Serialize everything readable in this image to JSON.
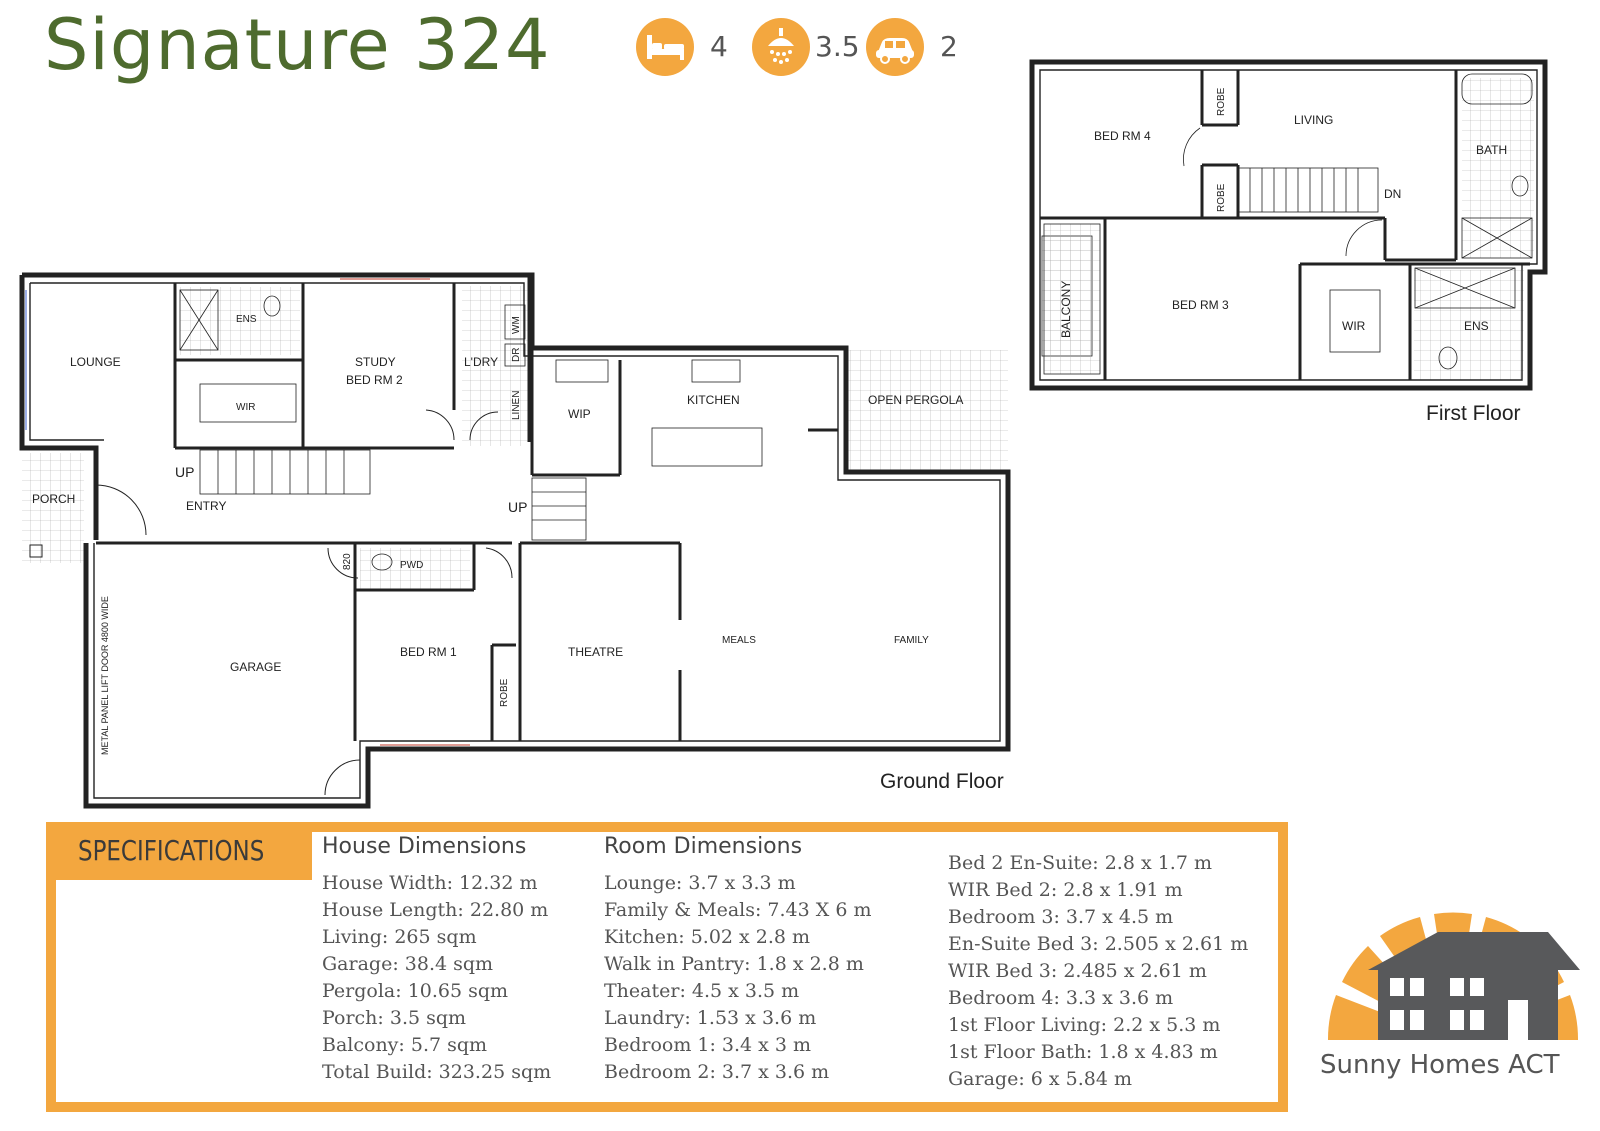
{
  "title": "Signature 324",
  "stats": [
    {
      "icon": "bed-icon",
      "value": "4"
    },
    {
      "icon": "shower-icon",
      "value": "3.5"
    },
    {
      "icon": "car-icon",
      "value": "2"
    }
  ],
  "ground_floor": {
    "label": "Ground Floor",
    "rooms": {
      "lounge": "LOUNGE",
      "ens": "ENS",
      "wir": "WIR",
      "study": "STUDY",
      "bed2": "BED RM 2",
      "ldry": "L'DRY",
      "wm": "WM",
      "dr": "DR",
      "linen": "LINEN",
      "wip": "WIP",
      "kitchen": "KITCHEN",
      "open_pergola": "OPEN PERGOLA",
      "porch": "PORCH",
      "entry": "ENTRY",
      "up1": "UP",
      "up2": "UP",
      "pwd": "PWD",
      "door820": "820",
      "garage": "GARAGE",
      "garage_door": "METAL PANEL LIFT DOOR 4800 WIDE",
      "bed1": "BED RM 1",
      "robe": "ROBE",
      "theatre": "THEATRE",
      "meals": "MEALS",
      "family": "FAMILY"
    }
  },
  "first_floor": {
    "label": "First Floor",
    "rooms": {
      "bed4": "BED RM 4",
      "robe1": "ROBE",
      "robe2": "ROBE",
      "living": "LIVING",
      "bath": "BATH",
      "dn": "DN",
      "balcony": "BALCONY",
      "bed3": "BED RM 3",
      "wir": "WIR",
      "ens": "ENS"
    }
  },
  "specifications": {
    "tab_label": "SPECIFICATIONS",
    "house": {
      "heading": "House Dimensions",
      "lines": [
        "House Width: 12.32 m",
        "House Length: 22.80 m",
        "Living: 265 sqm",
        "Garage: 38.4 sqm",
        "Pergola: 10.65 sqm",
        "Porch: 3.5 sqm",
        "Balcony: 5.7 sqm",
        "Total Build: 323.25 sqm"
      ]
    },
    "rooms": {
      "heading": "Room Dimensions",
      "lines": [
        "Lounge: 3.7 x 3.3 m",
        "Family & Meals: 7.43 X 6 m",
        "Kitchen: 5.02 x 2.8 m",
        "Walk in Pantry: 1.8 x 2.8 m",
        "Theater: 4.5 x 3.5 m",
        "Laundry: 1.53 x 3.6 m",
        "Bedroom 1: 3.4 x 3 m",
        "Bedroom 2: 3.7 x 3.6 m"
      ]
    },
    "rooms2": {
      "lines": [
        "Bed 2 En-Suite: 2.8 x 1.7 m",
        "WIR Bed 2: 2.8 x 1.91 m",
        "Bedroom 3: 3.7 x 4.5 m",
        "En-Suite Bed 3: 2.505 x 2.61 m",
        "WIR Bed 3: 2.485 x 2.61 m",
        "Bedroom 4: 3.3 x 3.6 m",
        "1st Floor Living: 2.2 x 5.3 m",
        "1st Floor Bath: 1.8 x 4.83 m",
        "Garage: 6 x 5.84 m"
      ]
    }
  },
  "brand": {
    "name": "Sunny Homes ACT"
  },
  "colors": {
    "accent": "#f3a73f",
    "title": "#4e6b2e",
    "wall": "#222222"
  }
}
